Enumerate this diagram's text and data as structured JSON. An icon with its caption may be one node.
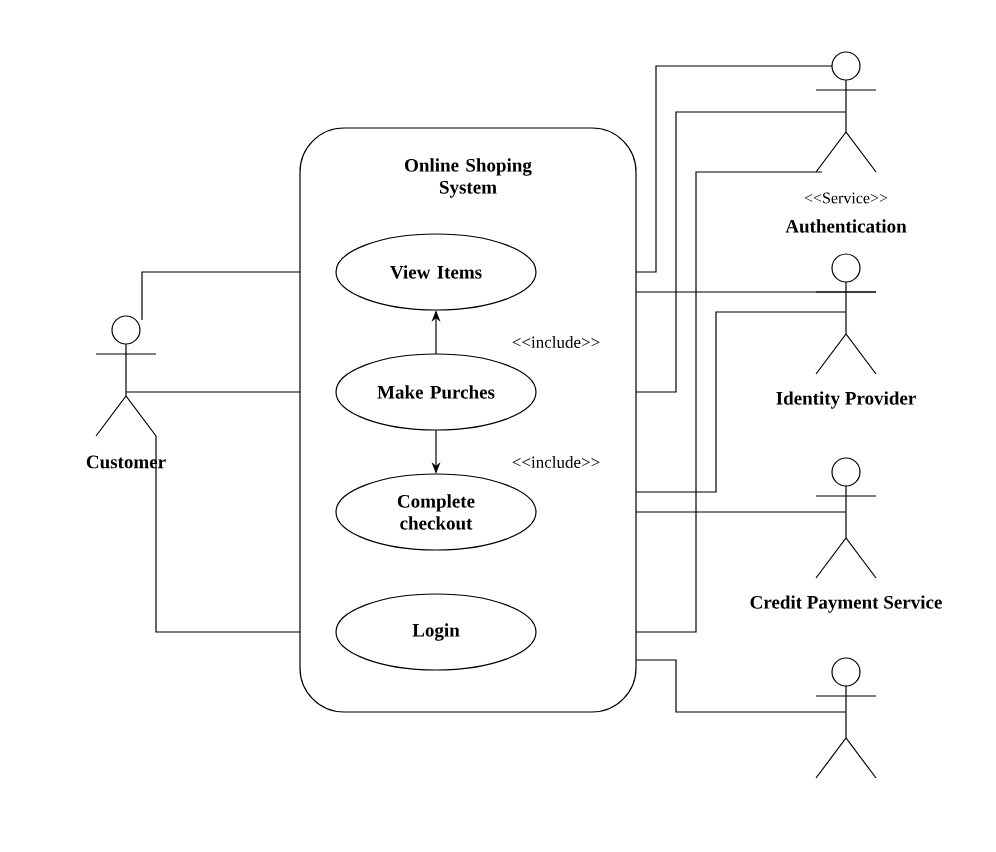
{
  "diagram": {
    "nodes": [
      {
        "text": [
          "Online Shoping System"
        ]
      },
      {
        "text": [
          "View Items"
        ],
        "in": 0
      },
      {
        "text": [
          "Make Purches"
        ],
        "in": 0
      },
      {
        "text": [
          "Complete checkout"
        ],
        "in": 0
      },
      {
        "text": [
          "Login"
        ],
        "in": 0
      },
      {
        "text": [
          "Customer"
        ]
      },
      {
        "text": [
          "<<Service>>",
          "Authentication"
        ]
      },
      {
        "text": [
          "Identity Provider"
        ]
      },
      {
        "text": [
          "Credit Payment Service"
        ]
      },
      {
        "text": [],
        "shape": "person"
      }
    ],
    "edges": [
      {
        "from": 2,
        "to": 1,
        "arrow": "to",
        "label": "<<include>>"
      },
      {
        "from": 2,
        "to": 3,
        "arrow": "to",
        "label": "<<include>>"
      },
      {
        "from": 5,
        "to": 0,
        "arrow": "none"
      },
      {
        "from": 5,
        "to": 0,
        "arrow": "none"
      },
      {
        "from": 5,
        "to": 0,
        "arrow": "none"
      },
      {
        "from": 0,
        "to": 6,
        "arrow": "none"
      },
      {
        "from": 0,
        "to": 6,
        "arrow": "none"
      },
      {
        "from": 0,
        "to": 6,
        "arrow": "none"
      },
      {
        "from": 0,
        "to": 7,
        "arrow": "none"
      },
      {
        "from": 0,
        "to": 7,
        "arrow": "none"
      },
      {
        "from": 0,
        "to": 8,
        "arrow": "none"
      },
      {
        "from": 0,
        "to": 9,
        "arrow": "none"
      }
    ]
  }
}
